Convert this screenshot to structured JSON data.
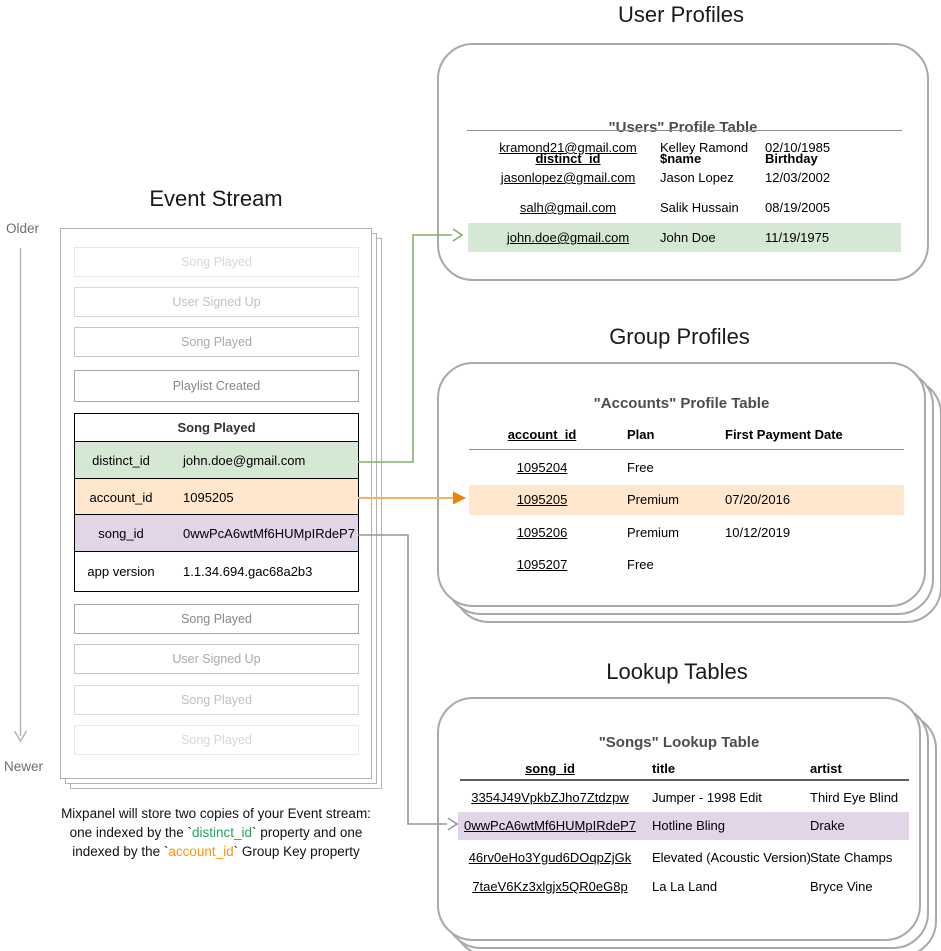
{
  "sections": {
    "event_stream_title": "Event Stream",
    "user_profiles_title": "User Profiles",
    "group_profiles_title": "Group Profiles",
    "lookup_tables_title": "Lookup Tables"
  },
  "timeline": {
    "older": "Older",
    "newer": "Newer"
  },
  "event_stream": {
    "events_before": [
      "Song Played",
      "User Signed Up",
      "Song Played",
      "Playlist Created"
    ],
    "expanded_event": {
      "title": "Song Played",
      "properties": [
        {
          "key": "distinct_id",
          "value": "john.doe@gmail.com"
        },
        {
          "key": "account_id",
          "value": "1095205"
        },
        {
          "key": "song_id",
          "value": "0wwPcA6wtMf6HUMpIRdeP7"
        },
        {
          "key": "app version",
          "value": "1.1.34.694.gac68a2b3"
        }
      ]
    },
    "events_after": [
      "Song Played",
      "User Signed Up",
      "Song Played",
      "Song Played"
    ]
  },
  "users_table": {
    "title": "\"Users\" Profile Table",
    "headers": [
      "distinct_id",
      "$name",
      "Birthday"
    ],
    "rows": [
      [
        "kramond21@gmail.com",
        "Kelley Ramond",
        "02/10/1985"
      ],
      [
        "jasonlopez@gmail.com",
        "Jason Lopez",
        "12/03/2002"
      ],
      [
        "salh@gmail.com",
        "Salik Hussain",
        "08/19/2005"
      ],
      [
        "john.doe@gmail.com",
        "John Doe",
        "11/19/1975"
      ]
    ]
  },
  "accounts_table": {
    "title": "\"Accounts\" Profile Table",
    "headers": [
      "account_id",
      "Plan",
      "First Payment Date"
    ],
    "rows": [
      [
        "1095204",
        "Free",
        ""
      ],
      [
        "1095205",
        "Premium",
        "07/20/2016"
      ],
      [
        "1095206",
        "Premium",
        "10/12/2019"
      ],
      [
        "1095207",
        "Free",
        ""
      ]
    ]
  },
  "songs_table": {
    "title": "\"Songs\" Lookup Table",
    "headers": [
      "song_id",
      "title",
      "artist"
    ],
    "rows": [
      [
        "3354J49VpkbZJho7Ztdzpw",
        "Jumper - 1998 Edit",
        "Third Eye Blind"
      ],
      [
        "0wwPcA6wtMf6HUMpIRdeP7",
        "Hotline Bling",
        "Drake"
      ],
      [
        "46rv0eHo3Ygud6DOqpZjGk",
        "Elevated (Acoustic Version)",
        "State Champs"
      ],
      [
        "7taeV6Kz3xlgjx5QR0eG8p",
        "La La Land",
        "Bryce Vine"
      ]
    ]
  },
  "caption": {
    "line1": "Mixpanel will store two copies of your Event stream:",
    "line2_pre": "one indexed by the `",
    "line2_code": "distinct_id",
    "line2_post": "` property and one",
    "line3_pre": "indexed by the `",
    "line3_code": "account_id",
    "line3_post": "` Group Key property"
  },
  "colors": {
    "green_highlight": "#d5e8d4",
    "orange_highlight": "#ffe6cc",
    "purple_highlight": "#e1d5e7",
    "green_arrow": "#82b366",
    "orange_arrow_line": "#f2b266",
    "orange_arrow_head": "#ef8201",
    "purple_arrow": "#9b91a4",
    "caption_green": "#2aa05c",
    "caption_orange": "#ff9408"
  }
}
